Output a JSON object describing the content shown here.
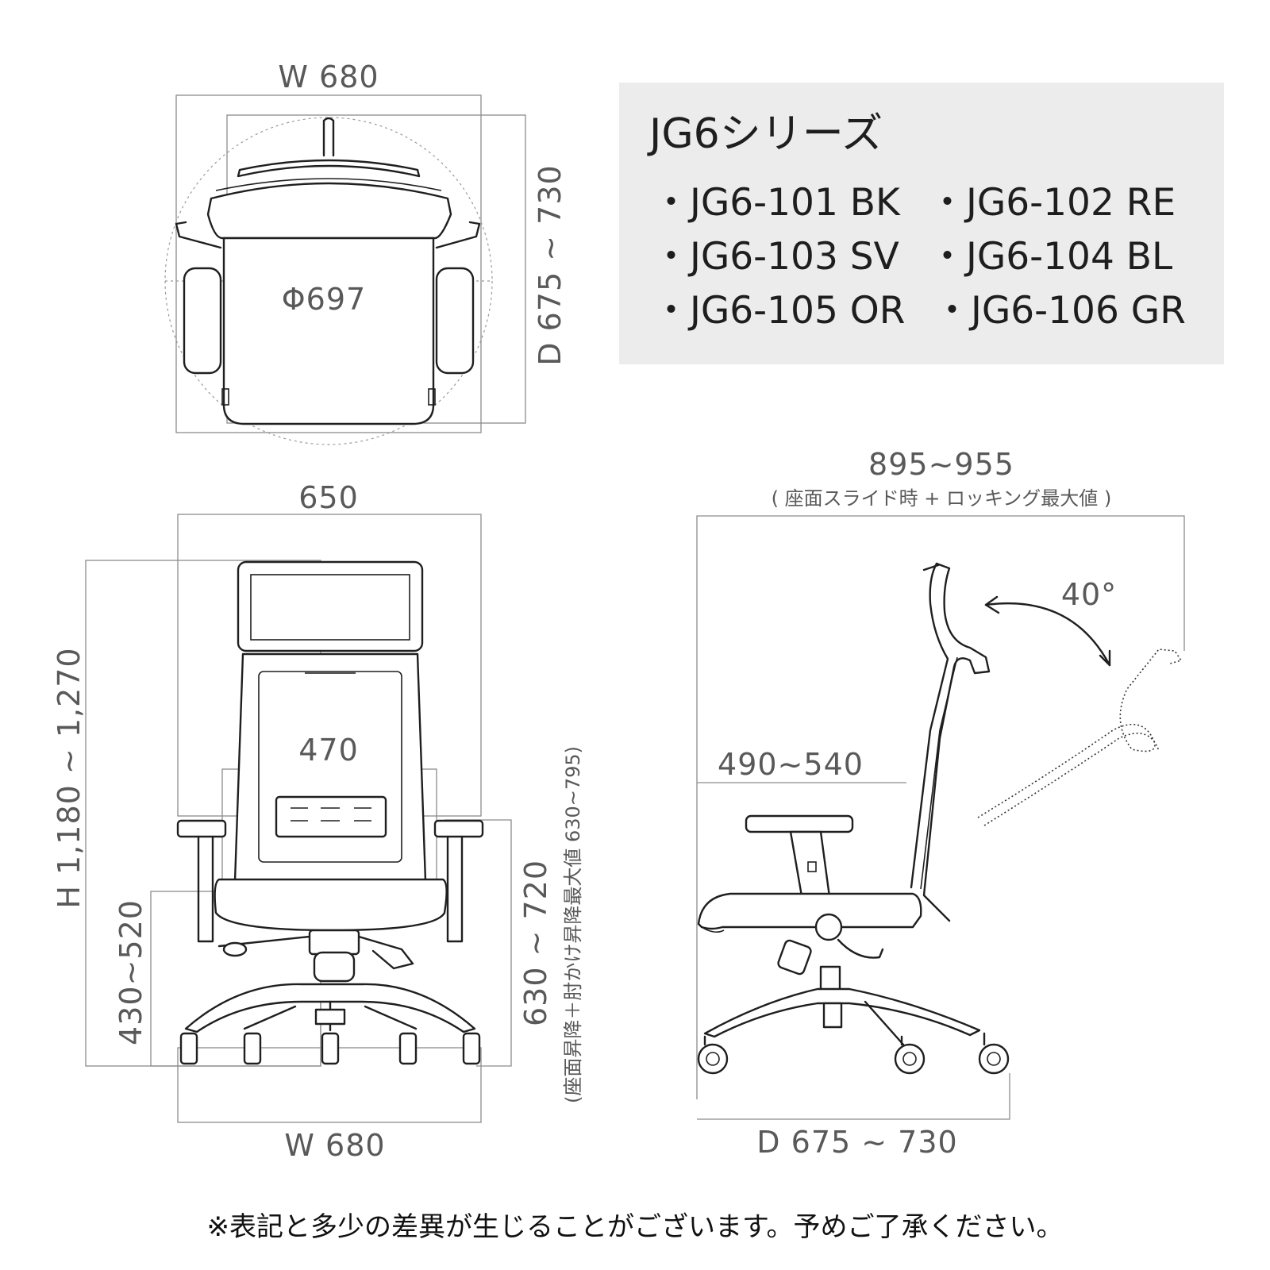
{
  "top_view": {
    "width_label": "W 680",
    "depth_label": "D 675 ~ 730",
    "diameter_label": "Φ697"
  },
  "series": {
    "title": "JG6シリーズ",
    "models": [
      "・JG6-101 BK",
      "・JG6-102 RE",
      "・JG6-103 SV",
      "・JG6-104 BL",
      "・JG6-105 OR",
      "・JG6-106 GR"
    ]
  },
  "front_view": {
    "armrest_width_label": "650",
    "seat_width_label": "470",
    "height_label": "H 1,180 ~ 1,270",
    "seat_height_label": "430~520",
    "arm_height_label": "630 ~ 720",
    "arm_height_note": "(座面昇降＋肘かけ昇降最大値 630~795)",
    "base_width_label": "W 680"
  },
  "side_view": {
    "max_depth_label": "895~955",
    "max_depth_note": "( 座面スライド時 + ロッキング最大値 )",
    "recline_angle_label": "40°",
    "seat_depth_label": "490~540",
    "base_depth_label": "D 675 ~ 730"
  },
  "note": "※表記と多少の差異が生じることがございます。予めご了承ください。"
}
